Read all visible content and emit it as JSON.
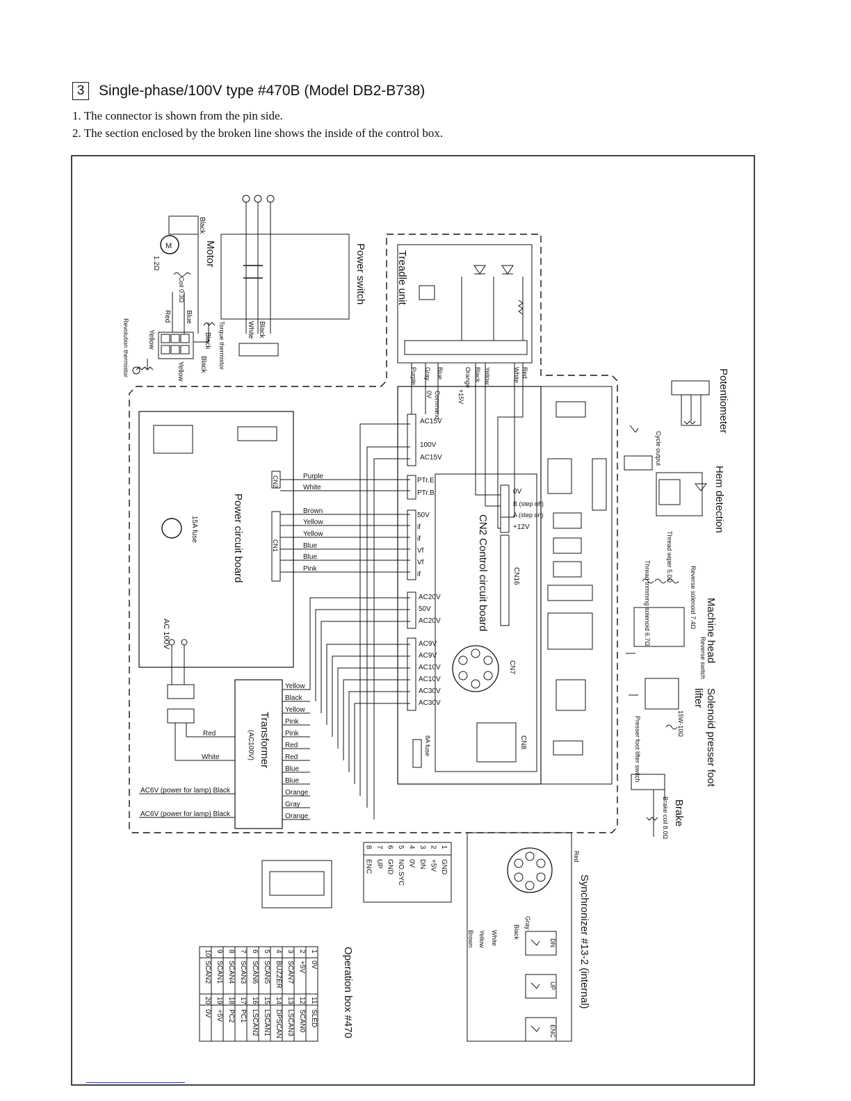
{
  "header": {
    "section_number": "3",
    "title": "Single-phase/100V type #470B (Model DB2-B738)",
    "note1": "1. The connector is shown from the pin side.",
    "note2": "2. The section enclosed by the broken line shows the inside of the control box."
  },
  "labels": {
    "motor": "Motor",
    "power_switch": "Power switch",
    "treadle_unit": "Treadle unit",
    "power_circuit_board": "Power circuit board",
    "control_circuit_board": "CN2  Control circuit board",
    "transformer": "Transformer",
    "transformer_sub": "(AC100V)",
    "potentiometer": "Potentiometer",
    "cycle_output": "Cycle output",
    "hem_detection": "Hem detection",
    "machine_head": "Machine head",
    "solenoid_presser_foot_lifter": "Solenoid presser foot",
    "lifter": "lifter",
    "brake": "Brake",
    "brake_coil": "Brake coil 8.0Ω",
    "synchronizer": "Synchronizer #13-2 (internal)",
    "operation_box": "Operation box #470",
    "revolution_thermistor": "Revolution thermistor",
    "torque_thermistor": "Torque thermistor",
    "coil": "Coil 0.3Ω",
    "motor_res": "1.2Ω",
    "fuse_15a": "15A fuse",
    "fuse_8a": "8A fuse",
    "ac100v": "AC 100V",
    "ac6v_1": "AC6V (power for lamp) Black",
    "ac6v_2": "AC6V (power for lamp) Black",
    "reverse_solenoid": "Reverse solenoid 7.4Ω",
    "thread_wiper": "Thread wiper 5.0Ω",
    "thread_trimming": "Thread trimming solenoid 6.7Ω",
    "reverse_switch": "Reverse switch",
    "presser_switch": "Presser foot lifter switch",
    "coil_15w": "15W-10Ω",
    "cn7": "CN7",
    "cn8": "CN8",
    "cn16": "CN16"
  },
  "wire_colors": {
    "motor": [
      "Black",
      "Blue",
      "Red",
      "Yellow",
      "Black",
      "Yellow",
      "Black"
    ],
    "power_switch": [
      "Black",
      "White"
    ],
    "cn2": [
      "Purple",
      "White"
    ],
    "cn1": [
      "Brown",
      "Yellow",
      "Yellow",
      "Blue",
      "Blue",
      "Pink"
    ],
    "transformer": [
      "Yellow",
      "Black",
      "Yellow",
      "Pink",
      "Pink",
      "Red",
      "Red",
      "Blue",
      "Blue",
      "Orange",
      "Gray",
      "Orange"
    ],
    "ac_in": [
      "Red",
      "White"
    ],
    "treadle": [
      "Purple",
      "Gray",
      "Blue",
      "Orange",
      "Black",
      "Yellow",
      "White",
      "Red"
    ],
    "synchronizer": [
      "Red",
      "Gray",
      "Black",
      "White",
      "Yellow",
      "Brown"
    ]
  },
  "cn14": [
    "PTr.E",
    "PTr.B"
  ],
  "cn13": [
    "50V",
    "if",
    "if",
    "Vf",
    "Vf",
    "if"
  ],
  "cn11": [
    "AC20V",
    "50V",
    "AC20V"
  ],
  "cn10": [
    "AC9V",
    "AC9V",
    "AC10V",
    "AC10V",
    "AC30V",
    "AC30V"
  ],
  "cn12": [
    "AC15V",
    "100V",
    "AC15V"
  ],
  "cn15": [
    "+15V",
    "Command",
    "0V"
  ],
  "cn2_pins": [
    "0V",
    "B (step off)",
    "A (step on)",
    "+12V"
  ],
  "synchro_pins": [
    [
      "1",
      "GND"
    ],
    [
      "2",
      "+5V"
    ],
    [
      "3",
      "DN"
    ],
    [
      "4",
      "0V"
    ],
    [
      "5",
      "NO.SYC"
    ],
    [
      "6",
      "GND"
    ],
    [
      "7",
      "UP"
    ],
    [
      "8",
      "ENC"
    ]
  ],
  "sensors": [
    "DN",
    "UP",
    "ENC"
  ],
  "op_table": [
    [
      "1",
      "0V",
      "11",
      "SLED"
    ],
    [
      "2",
      "+5V",
      "12",
      "SCAN0"
    ],
    [
      "3",
      "SCAN7",
      "13",
      "LSCAN3"
    ],
    [
      "4",
      "BUZZER",
      "14",
      "DPSCAN"
    ],
    [
      "5",
      "SCAN5",
      "15",
      "LSCAN1"
    ],
    [
      "6",
      "SCAN6",
      "16",
      "LSCAN2"
    ],
    [
      "7",
      "SCAN3",
      "17",
      "PC1"
    ],
    [
      "8",
      "SCAN4",
      "18",
      "PC2"
    ],
    [
      "9",
      "SCAN1",
      "19",
      "+5V"
    ],
    [
      "10",
      "SCAN2",
      "20",
      "0V"
    ]
  ]
}
